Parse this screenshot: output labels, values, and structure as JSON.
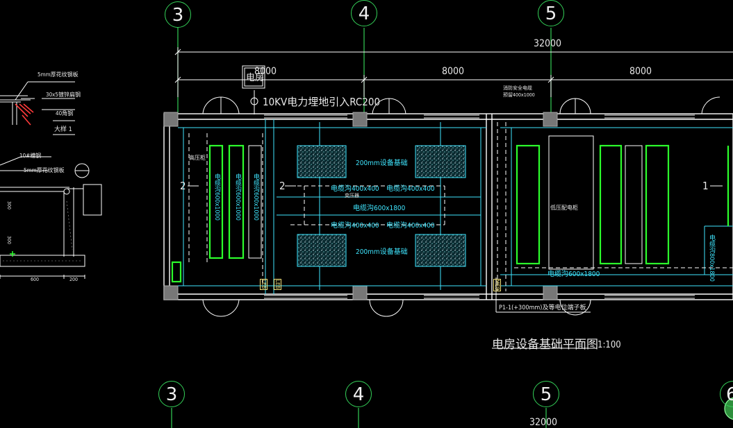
{
  "drawing": {
    "title": "电房设备基础平面图",
    "scale": "1:100",
    "axis_labels": {
      "a3": "3",
      "a4": "4",
      "a5": "5",
      "a6": "6"
    },
    "dim_total": "32000",
    "dim_total_bottom": "32000",
    "dim_spans": [
      "8000",
      "8000",
      "8000"
    ],
    "room_tag": "电房",
    "cable_inlet": "10KV电力埋地引入RC200",
    "foundation_label": "200mm设备基础",
    "trench_labels": {
      "t1": "电缆沟400x400",
      "t2": "电缆沟400x400",
      "t3": "电缆沟400x400",
      "t4": "电缆沟400x400",
      "center": "电缆沟600x1800",
      "right_bottom": "电缆沟600x1800",
      "right_side": "电缆沟800x1800",
      "cw1": "电缆沟600x1000",
      "cw2": "电缆沟600x1000",
      "cw3": "电缆沟600x1000"
    },
    "tags": {
      "leb1": "LEB",
      "leb2": "LEB",
      "meb": "MEB"
    },
    "section_marks": {
      "left": "2",
      "mid": "2",
      "right": "1"
    },
    "ground_note": "P1-1(+300mm)及等电位端子板",
    "small_notes": {
      "n1": "高压柜",
      "n2": "低压配电柜",
      "n3": "变压器",
      "n4": "消防安全电缆预留400x1000"
    },
    "detail": {
      "l1": "5mm厚花纹钢板",
      "l2": "30x5镀锌扁钢",
      "l3": "40角钢",
      "l4": "大样 1",
      "l5": "10#槽钢",
      "l6": "5mm厚花纹钢板",
      "dim1": "600",
      "dim2": "200",
      "dim3": "300",
      "dim4": "300"
    }
  },
  "colors": {
    "background": "#000000",
    "axis": "#34d058",
    "cyan": "#3fe6ff",
    "wall": "#ffffff",
    "equipment": "#2cff2c",
    "red": "#ff3b3b"
  }
}
